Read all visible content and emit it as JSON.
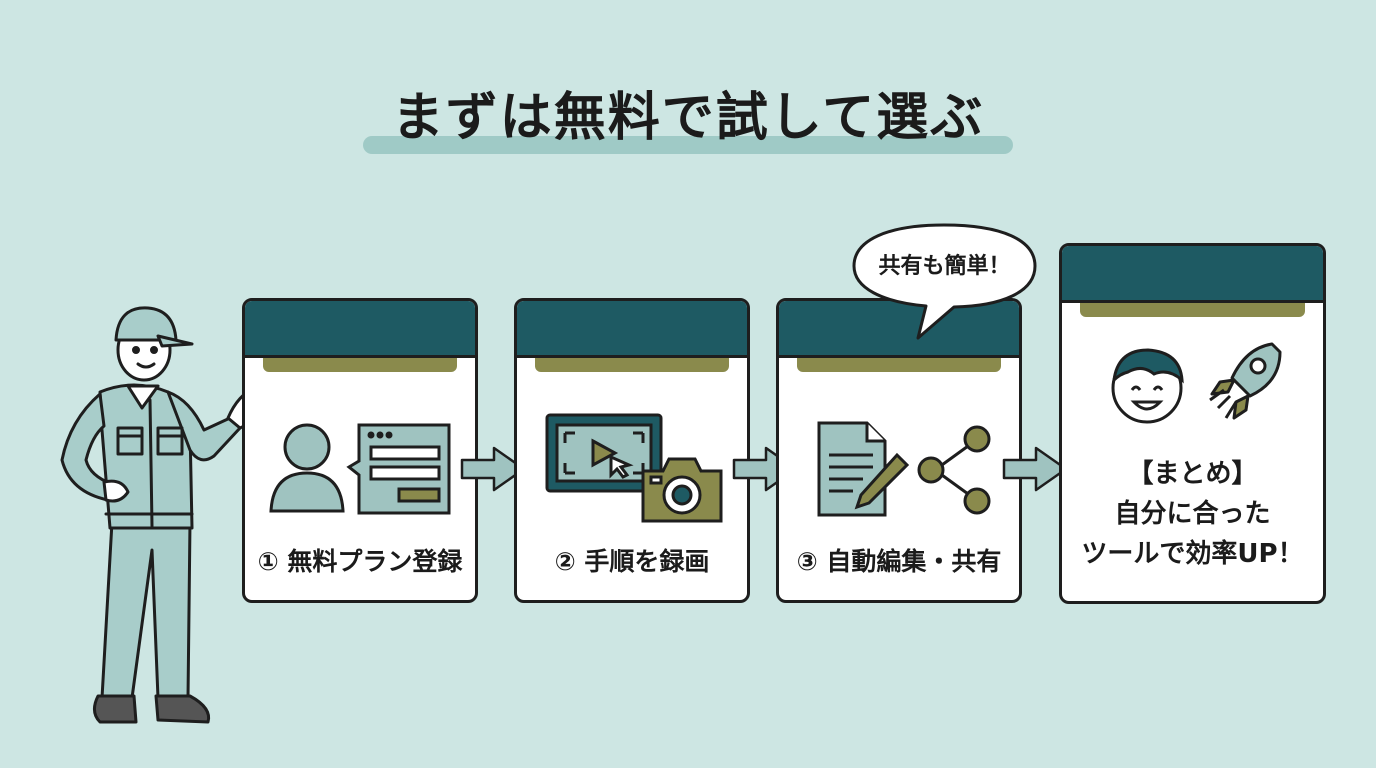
{
  "title": "まずは無料で試して選ぶ",
  "steps": [
    {
      "label": "① 無料プラン登録"
    },
    {
      "label": "② 手順を録画"
    },
    {
      "label": "③ 自動編集・共有"
    }
  ],
  "summary": {
    "lines": [
      "【まとめ】",
      "自分に合った",
      "ツールで効率UP！"
    ]
  },
  "bubble": "共有も簡単！",
  "colors": {
    "background": "#cde6e3",
    "card_band": "#1e5a63",
    "card_subband": "#8a8a4c",
    "icon_teal": "#9fc3c0",
    "icon_olive": "#8a8a4c"
  }
}
